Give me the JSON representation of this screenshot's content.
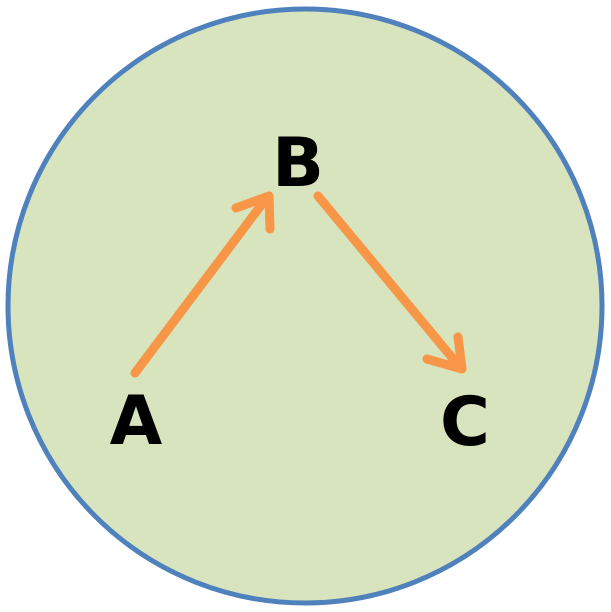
{
  "diagram": {
    "colors": {
      "circle_fill": "#d7e4bd",
      "circle_stroke": "#4f81bd",
      "arrow": "#f79646",
      "label": "#000000"
    },
    "nodes": {
      "a": {
        "label": "A"
      },
      "b": {
        "label": "B"
      },
      "c": {
        "label": "C"
      }
    },
    "edges": [
      {
        "from": "A",
        "to": "B"
      },
      {
        "from": "B",
        "to": "C"
      }
    ]
  }
}
